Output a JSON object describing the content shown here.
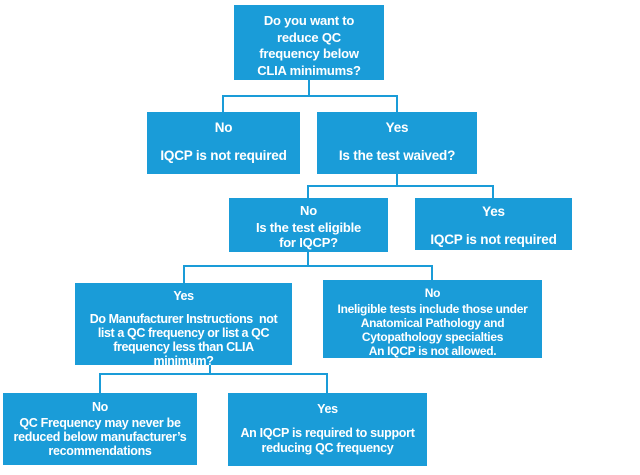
{
  "colors": {
    "box_fill": "#1A9CD8",
    "text": "#FFFFFF",
    "connector": "#1A9CD8",
    "background": "#FFFFFF"
  },
  "flowchart": {
    "nodes": [
      {
        "id": "start",
        "answer": "",
        "text": "Do you want to\nreduce QC\nfrequency below\nCLIA minimums?"
      },
      {
        "id": "no-iqcp-not-required",
        "answer": "No",
        "text": "IQCP is not required"
      },
      {
        "id": "is-test-waived",
        "answer": "Yes",
        "text": "Is the test waived?"
      },
      {
        "id": "is-test-eligible",
        "answer": "No",
        "text": "Is the test eligible\nfor IQCP?"
      },
      {
        "id": "waived-iqcp-not-required",
        "answer": "Yes",
        "text": "IQCP is not required"
      },
      {
        "id": "manufacturer-instructions",
        "answer": "Yes",
        "text": "Do Manufacturer Instructions  not\nlist a QC frequency or list a QC\nfrequency less than CLIA\nminimum?"
      },
      {
        "id": "ineligible-tests",
        "answer": "No",
        "text": "Ineligible tests include those under\nAnatomical Pathology and\nCytopathology specialties\nAn IQCP is not allowed."
      },
      {
        "id": "qc-frequency-never-reduced",
        "answer": "No",
        "text": "QC Frequency may never be\nreduced below manufacturer’s\nrecommendations"
      },
      {
        "id": "iqcp-required",
        "answer": "Yes",
        "text": "An IQCP is required to support\nreducing QC frequency"
      }
    ]
  }
}
